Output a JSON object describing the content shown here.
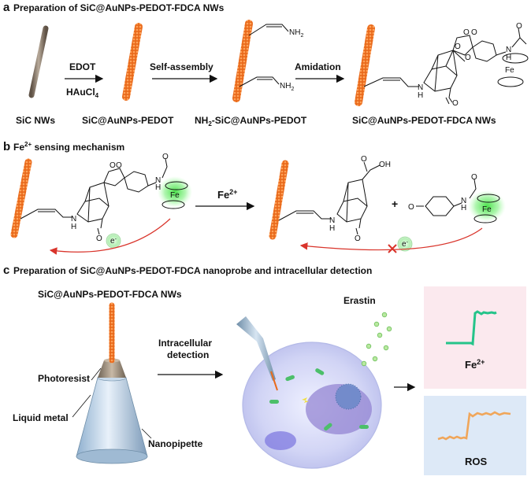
{
  "panel_a": {
    "letter": "a",
    "title": "Preparation of SiC@AuNPs-PEDOT-FDCA NWs",
    "step1_top": "EDOT",
    "step1_bottom_main": "HAuCl",
    "step1_bottom_sub": "4",
    "step2": "Self-assembly",
    "step3": "Amidation",
    "label1": "SiC NWs",
    "label2": "SiC@AuNPs-PEDOT",
    "label3_pre": "NH",
    "label3_sub": "2",
    "label3_post": "-SiC@AuNPs-PEDOT",
    "label4": "SiC@AuNPs-PEDOT-FDCA NWs",
    "nh2": "NH",
    "nh2_sub": "2"
  },
  "panel_b": {
    "letter": "b",
    "title_pre": "Fe",
    "title_sup": "2+",
    "title_post": " sensing mechanism",
    "arrow_label_main": "Fe",
    "arrow_label_sup": "2+",
    "electron": "e",
    "electron_sup": "-",
    "plus": "+",
    "oh": "OH",
    "o": "O",
    "h": "H",
    "n": "N",
    "fe": "Fe"
  },
  "panel_c": {
    "letter": "c",
    "title": "Preparation of SiC@AuNPs-PEDOT-FDCA nanoprobe and intracellular detection",
    "probe_label": "SiC@AuNPs-PEDOT-FDCA NWs",
    "photoresist": "Photoresist",
    "liquid_metal": "Liquid metal",
    "nanopipette": "Nanopipette",
    "detect_line1": "Intracellular",
    "detect_line2": "detection",
    "erastin": "Erastin",
    "fe_label_main": "Fe",
    "fe_label_sup": "2+",
    "ros_label": "ROS"
  },
  "colors": {
    "nanowire_orange": "#f07c2a",
    "sic_gray": "#8a7a6a",
    "arrow_red": "#d9342b",
    "glow_green": "#5be05b",
    "fe_box_bg": "#fbe9ee",
    "ros_box_bg": "#dde9f7",
    "fe_trace": "#25c48a",
    "ros_trace": "#f0a65a",
    "cell_purple": "#a9a4e0"
  }
}
